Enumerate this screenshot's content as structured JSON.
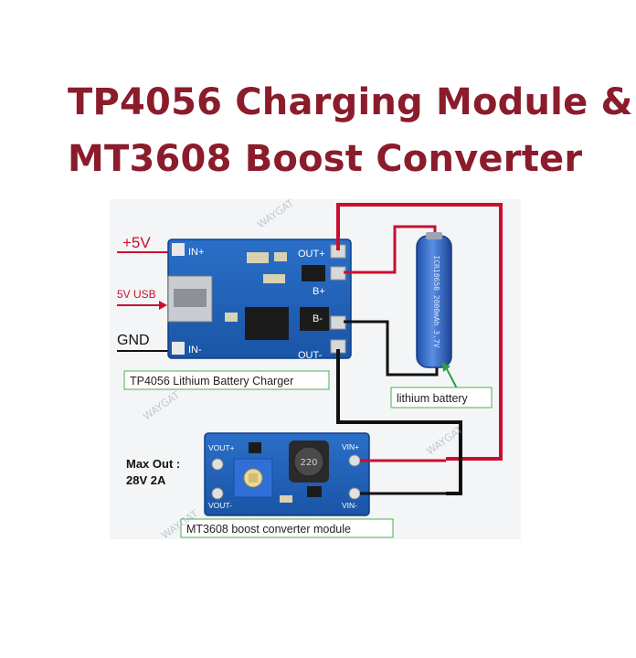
{
  "title": {
    "line1": "TP4056 Charging Module &",
    "line2": "MT3608 Boost Converter"
  },
  "labels": {
    "plus5v": "+5V",
    "usb5v": "5V USB",
    "gnd": "GND",
    "charger_caption": "TP4056 Lithium Battery Charger",
    "battery_caption": "lithium battery",
    "boost_caption": "MT3608  boost converter module",
    "max_out_line1": "Max  Out :",
    "max_out_line2": "28V 2A",
    "watermark": "WAYGAT"
  },
  "pins": {
    "in_plus": "IN+",
    "in_minus": "IN-",
    "out_plus": "OUT+",
    "out_minus": "OUT-",
    "b_plus": "B+",
    "b_minus": "B-",
    "vout_plus": "VOUT+",
    "vout_minus": "VOUT-",
    "vin_plus": "VIN+",
    "vin_minus": "VIN-",
    "inductor": "220"
  },
  "colors": {
    "title": "#8a1c2b",
    "wire_red": "#c8102e",
    "wire_black": "#111111",
    "pcb_blue": "#1f5fb4",
    "battery_blue": "#2c66c8",
    "caption_border": "#4caf50"
  }
}
